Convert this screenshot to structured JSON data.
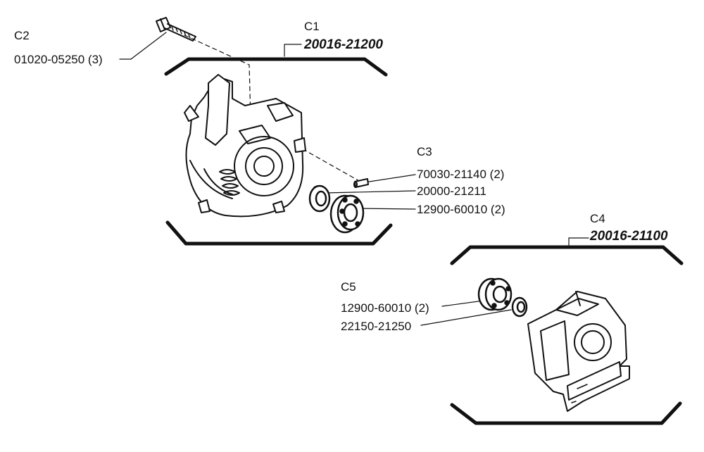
{
  "groups": {
    "c1": {
      "tag": "C1",
      "part": "20016-21200"
    },
    "c2": {
      "tag": "C2",
      "part": "01020-05250 (3)"
    },
    "c3": {
      "tag": "C3",
      "parts": [
        "70030-21140 (2)",
        "20000-21211",
        "12900-60010 (2)"
      ]
    },
    "c4": {
      "tag": "C4",
      "part": "20016-21100"
    },
    "c5": {
      "tag": "C5",
      "parts": [
        "12900-60010 (2)",
        "22150-21250"
      ]
    }
  }
}
